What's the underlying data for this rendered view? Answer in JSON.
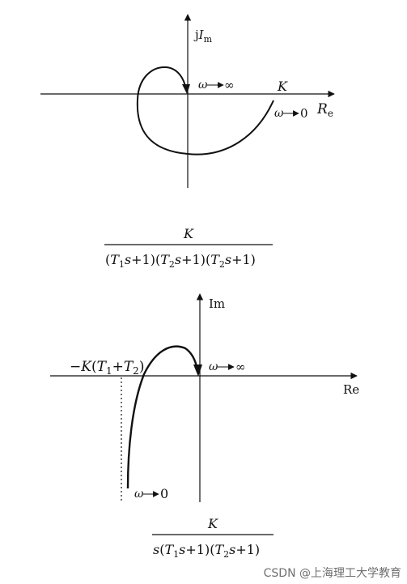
{
  "diagram1": {
    "axis_y_j": "j",
    "axis_y_I": "I",
    "axis_y_sub": "m",
    "axis_x_R": "R",
    "axis_x_sub": "e",
    "label_K": "K",
    "omega": "ω",
    "inf": "∞",
    "zero": "0",
    "tf_num": "K",
    "tf_den": [
      "(",
      "T",
      "1",
      "s",
      "+1)(",
      "T",
      "2",
      "s",
      "+1)(",
      "T",
      "2",
      "s",
      "+1)"
    ]
  },
  "diagram2": {
    "axis_y": "Im",
    "axis_x": "Re",
    "asym_label": [
      "−",
      "K",
      "(",
      "T",
      "1",
      "+",
      "T",
      "2",
      ")"
    ],
    "omega": "ω",
    "inf": "∞",
    "zero": "0",
    "tf_num": "K",
    "tf_den": [
      "s",
      "(",
      "T",
      "1",
      "s",
      "+1)(",
      "T",
      "2",
      "s",
      "+1)"
    ]
  },
  "watermark": "CSDN @上海理工大学教育"
}
